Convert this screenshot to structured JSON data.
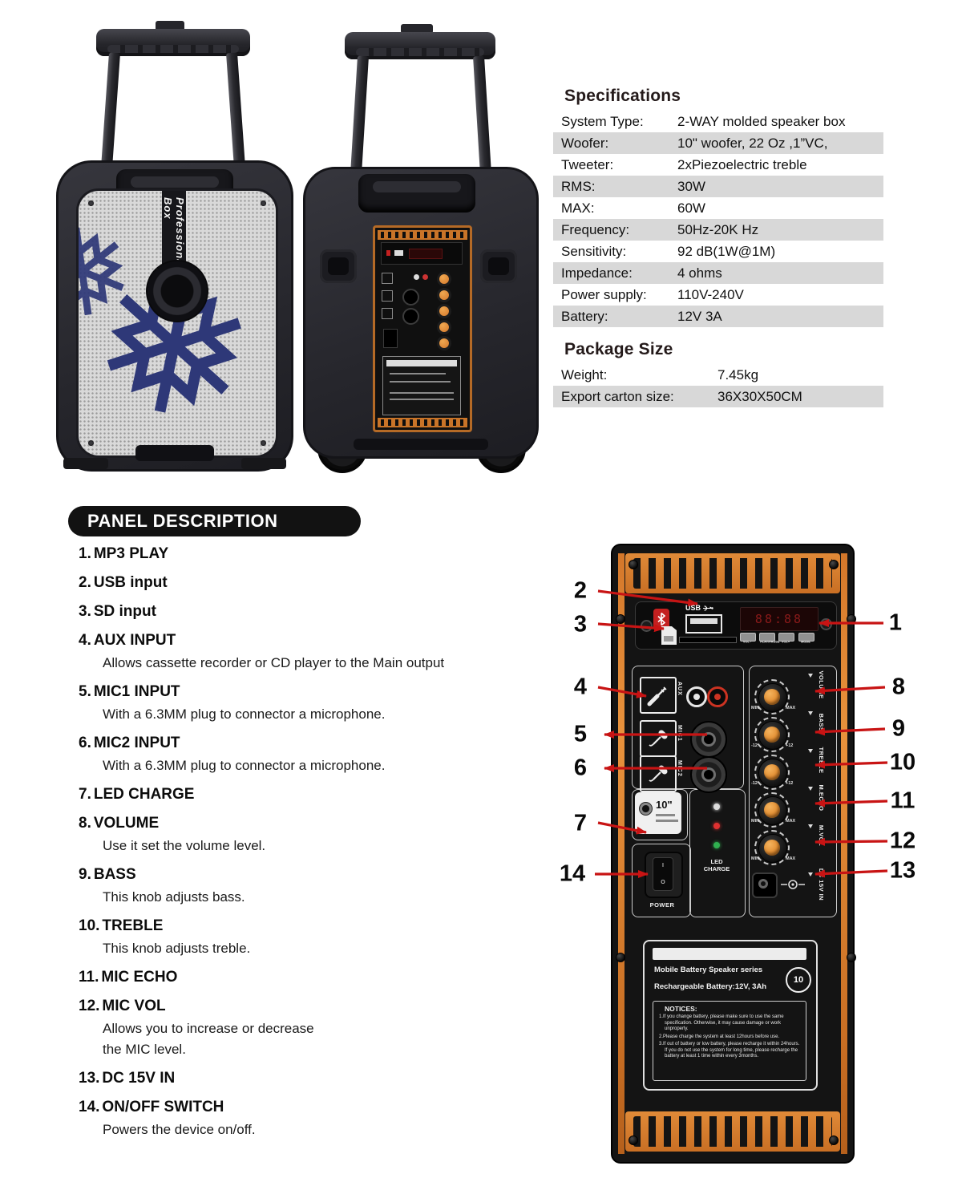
{
  "colors": {
    "orange": "#d4772a",
    "arrow_red": "#c81414",
    "snowflake_navy": "#2e3878",
    "row_gray": "#d8d8d8",
    "knob_orange": "#e08a2e"
  },
  "photos": {
    "front": {
      "brand_strip": "Professional Box"
    }
  },
  "specifications": {
    "title": "Specifications",
    "rows": [
      {
        "label": "System Type:",
        "value": "2-WAY molded speaker box"
      },
      {
        "label": "Woofer:",
        "value": "10\" woofer, 22 Oz ,1”VC,"
      },
      {
        "label": "Tweeter:",
        "value": "2xPiezoelectric treble"
      },
      {
        "label": "RMS:",
        "value": "30W"
      },
      {
        "label": "MAX:",
        "value": "60W"
      },
      {
        "label": "Frequency:",
        "value": "50Hz-20K Hz"
      },
      {
        "label": "Sensitivity:",
        "value": "92 dB(1W@1M)"
      },
      {
        "label": "Impedance:",
        "value": "4 ohms"
      },
      {
        "label": "Power supply:",
        "value": "110V-240V"
      },
      {
        "label": "Battery:",
        "value": "12V 3A"
      }
    ]
  },
  "package": {
    "title": "Package Size",
    "rows": [
      {
        "label": "Weight:",
        "value": "7.45kg"
      },
      {
        "label": "Export carton size:",
        "value": "36X30X50CM"
      }
    ]
  },
  "panel_description": {
    "title": "PANEL DESCRIPTION",
    "items": [
      {
        "num": "1.",
        "name": "MP3 PLAY"
      },
      {
        "num": "2.",
        "name": "USB input"
      },
      {
        "num": "3.",
        "name": "SD input"
      },
      {
        "num": "4.",
        "name": "AUX INPUT",
        "desc": "Allows cassette recorder or CD player to the Main output"
      },
      {
        "num": "5.",
        "name": "MIC1 INPUT",
        "desc": "With a 6.3MM plug to connector a microphone."
      },
      {
        "num": "6.",
        "name": "MIC2 INPUT",
        "desc": "With a 6.3MM plug to connector a microphone."
      },
      {
        "num": "7.",
        "name": "LED CHARGE"
      },
      {
        "num": "8.",
        "name": "VOLUME",
        "desc": "Use it set the volume level."
      },
      {
        "num": "9.",
        "name": "BASS",
        "desc": "This knob adjusts bass."
      },
      {
        "num": "10.",
        "name": "TREBLE",
        "desc": "This knob adjusts treble."
      },
      {
        "num": "11.",
        "name": "MIC ECHO"
      },
      {
        "num": "12.",
        "name": "MIC VOL",
        "desc": "Allows you to increase or decrease\nthe MIC level."
      },
      {
        "num": "13.",
        "name": "DC 15V IN"
      },
      {
        "num": "14.",
        "name": "ON/OFF SWITCH",
        "desc": "Powers the device on/off."
      }
    ]
  },
  "diagram": {
    "callouts": [
      "1",
      "2",
      "3",
      "4",
      "5",
      "6",
      "7",
      "8",
      "9",
      "10",
      "11",
      "12",
      "13",
      "14"
    ],
    "mp3_module": {
      "usb_label": "USB",
      "display_segments": "88:88",
      "buttons": [
        {
          "label": "VOL -"
        },
        {
          "label": "PLAY/PAUSE"
        },
        {
          "label": "VOL+"
        },
        {
          "label": "MODE"
        }
      ]
    },
    "inputs": {
      "aux_label": "AUX",
      "mic1_label": "MIC1",
      "mic2_label": "MIC2"
    },
    "woofer_badge": "10\"",
    "power": {
      "label": "POWER",
      "on": "I",
      "off": "O"
    },
    "led_line1": "LED",
    "led_line2": "CHARGE",
    "knobs": [
      {
        "label": "VOLUME",
        "min": "MIN",
        "max": "MAX"
      },
      {
        "label": "BASS",
        "min": "-12",
        "max": "+12"
      },
      {
        "label": "TREBLE",
        "min": "-12",
        "max": "+12"
      },
      {
        "label": "M.ECHO",
        "min": "MIN",
        "max": "MAX"
      },
      {
        "label": "M.VOL",
        "min": "MIN",
        "max": "MAX"
      }
    ],
    "dc_label": "DC 15V IN",
    "label_plate": {
      "series": "Mobile Battery Speaker series",
      "battery": "Rechargeable Battery:12V, 3Ah",
      "logo": "10",
      "notices_title": "NOTICES:",
      "notices": [
        {
          "text": "1.If you change battery, please make sure to use the same specification. Otherwise, it may cause damage or work unproperly."
        },
        {
          "text": "2.Please charge the system at least 12hours before use."
        },
        {
          "text": "3.If out of battery or low battery, please recharge it within 24hours. If you do not use the system for long time, please recharge the battery at least 1 time within every 3months."
        }
      ]
    }
  }
}
